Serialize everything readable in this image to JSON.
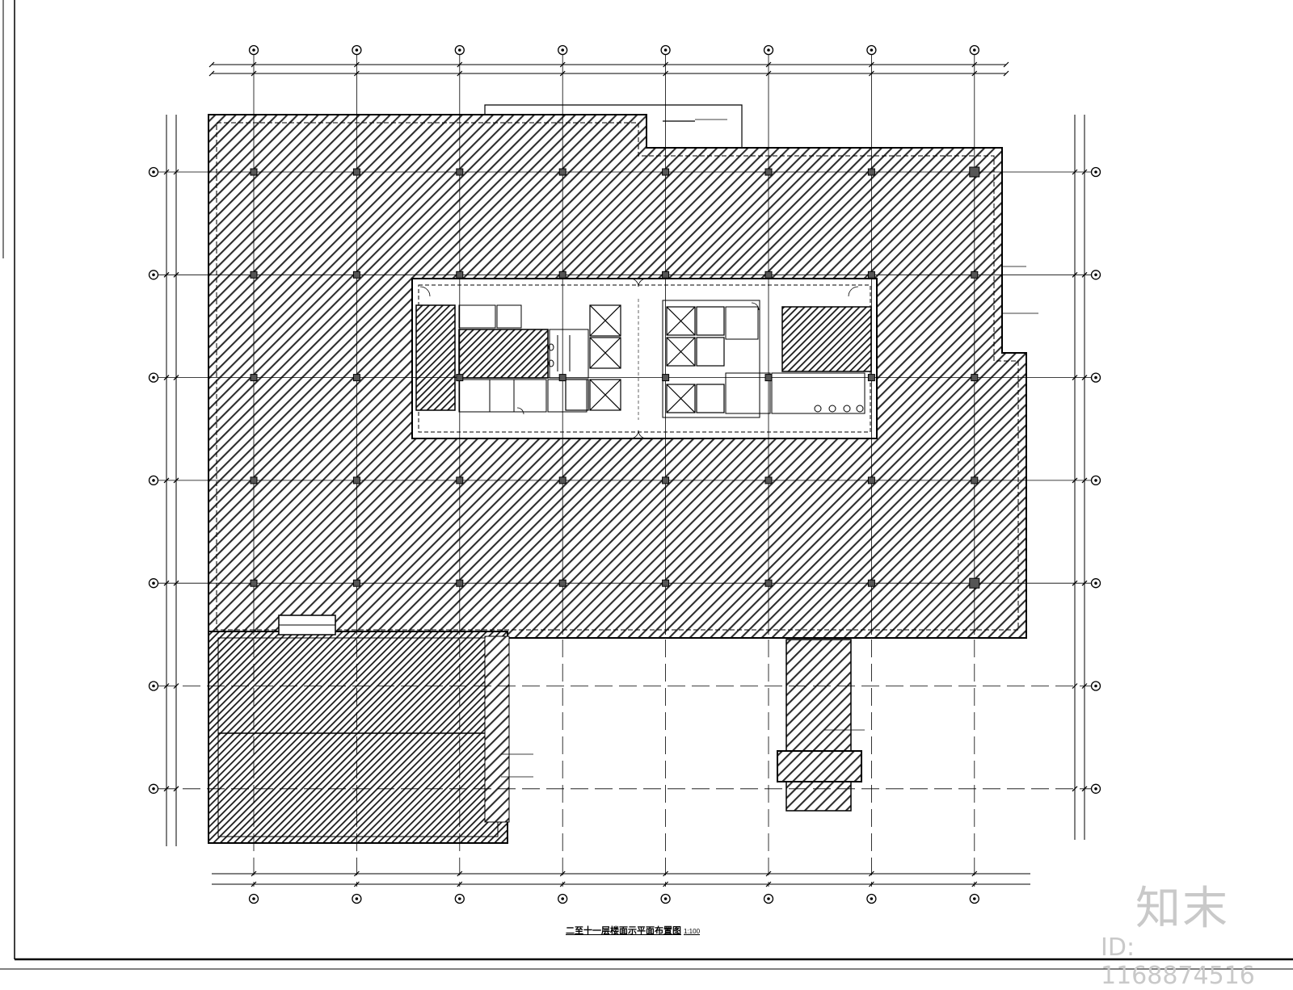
{
  "drawing": {
    "title": "二至十一层楼面示平面布置图",
    "scale": "1:100"
  },
  "watermark": {
    "logo_text": "知末",
    "id_text": "ID: 1168874516"
  },
  "colors": {
    "line": "#000000",
    "hatch_main": "#2e2e2e",
    "hatch_dark": "#1a1a1a",
    "paper": "#ffffff",
    "watermark": "#c9c9c9"
  },
  "grid": {
    "vertical_axes": 8,
    "horizontal_axes": 7
  },
  "icons": [
    "axis-bubble-icon",
    "column-icon",
    "elevator-icon",
    "door-swing-icon",
    "toilet-icon"
  ]
}
